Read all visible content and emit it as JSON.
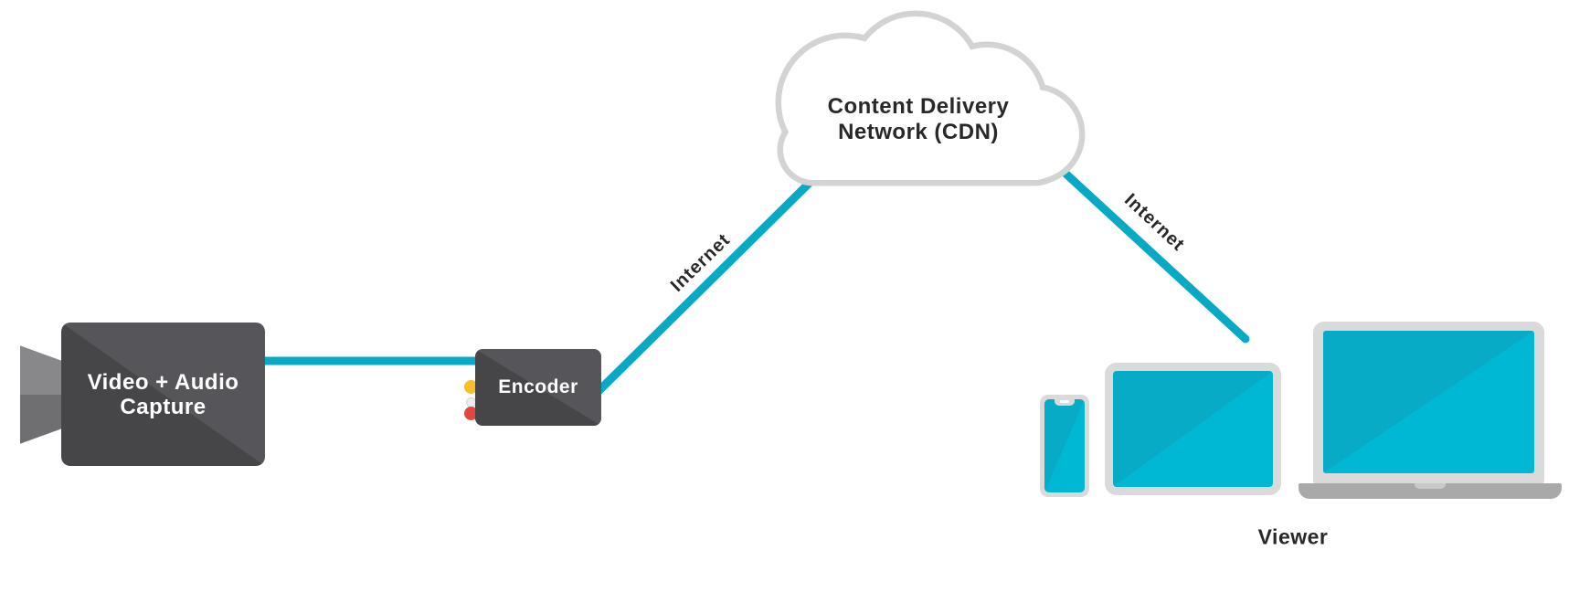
{
  "diagram": {
    "nodes": {
      "capture": {
        "label_line1": "Video + Audio",
        "label_line2": "Capture"
      },
      "encoder": {
        "label": "Encoder"
      },
      "cdn": {
        "label_line1": "Content Delivery",
        "label_line2": "Network (CDN)"
      },
      "viewer": {
        "label": "Viewer"
      }
    },
    "edges": {
      "encoder_to_cdn": {
        "label": "Internet"
      },
      "cdn_to_viewer": {
        "label": "Internet"
      }
    },
    "colors": {
      "connection_teal": "#08a9c4",
      "screen_teal_dark": "#07abc6",
      "screen_teal_light": "#00b8d4",
      "hardware_dark_gray": "#4d4d51",
      "device_frame_gray": "#dadada",
      "laptop_base_gray": "#a9a9a9",
      "cloud_outline_gray": "#d3d3d3",
      "label_text": "#28282b",
      "rca_yellow": "#f5c02c",
      "rca_white": "#ededed",
      "rca_red": "#e1483c"
    }
  }
}
